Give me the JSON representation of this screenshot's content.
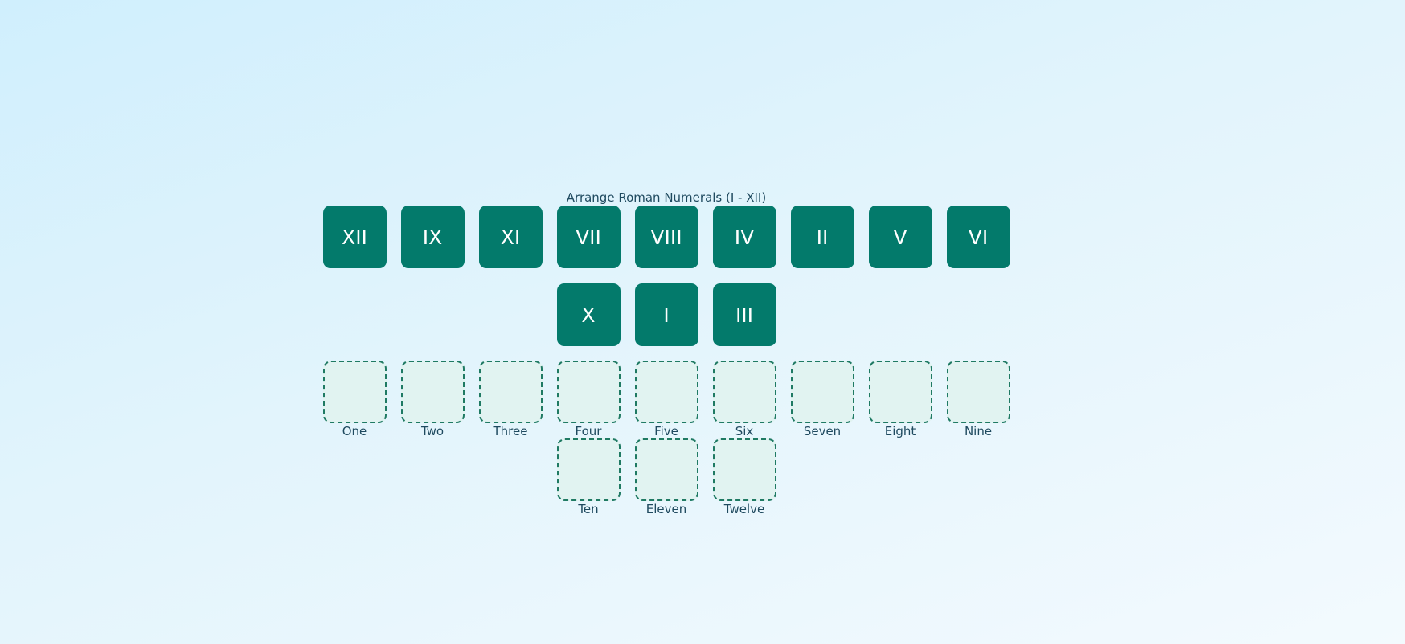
{
  "title": "Arrange Roman Numerals (I - XII)",
  "tiles": [
    "XII",
    "IX",
    "XI",
    "VII",
    "VIII",
    "IV",
    "II",
    "V",
    "VI",
    "X",
    "I",
    "III"
  ],
  "slots": [
    "One",
    "Two",
    "Three",
    "Four",
    "Five",
    "Six",
    "Seven",
    "Eight",
    "Nine",
    "Ten",
    "Eleven",
    "Twelve"
  ],
  "colors": {
    "tile": "#037a6b",
    "slot_border": "#1f7a63",
    "slot_fill": "#e1f3f1",
    "text": "#1f4a5f"
  }
}
